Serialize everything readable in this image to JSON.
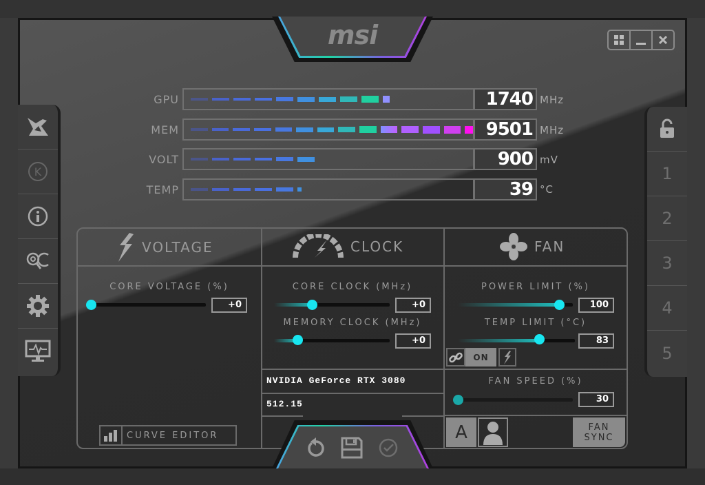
{
  "app": {
    "logo": "msi",
    "brand_gradient": [
      "#4aa3e0",
      "#20d3a5",
      "#7a60e0",
      "#b040e0"
    ]
  },
  "window_controls": [
    {
      "name": "windows-icon",
      "glyph": "⊞"
    },
    {
      "name": "minimize",
      "glyph": "_"
    },
    {
      "name": "close",
      "glyph": "✕"
    }
  ],
  "left_sidebar": [
    {
      "name": "afterburner-logo-icon"
    },
    {
      "name": "k-icon",
      "label": "K"
    },
    {
      "name": "info-icon",
      "label": "i"
    },
    {
      "name": "oc-scanner-icon",
      "label": "OC"
    },
    {
      "name": "settings-gear-icon"
    },
    {
      "name": "monitoring-icon"
    }
  ],
  "right_sidebar": {
    "lock": "unlocked",
    "profiles": [
      "1",
      "2",
      "3",
      "4",
      "5"
    ]
  },
  "monitor": [
    {
      "label": "GPU",
      "value": "1740",
      "unit": "MHz",
      "segments": 10
    },
    {
      "label": "MEM",
      "value": "9501",
      "unit": "MHz",
      "segments": 14
    },
    {
      "label": "VOLT",
      "value": "900",
      "unit": "mV",
      "segments": 6
    },
    {
      "label": "TEMP",
      "value": "39",
      "unit": "°C",
      "segments": 6
    }
  ],
  "voltage": {
    "title": "VOLTAGE",
    "core_voltage_label": "CORE VOLTAGE  (%)",
    "core_voltage_value": "+0",
    "curve_editor_label": "CURVE EDITOR"
  },
  "clock": {
    "title": "CLOCK",
    "core_clock_label": "CORE CLOCK (MHz)",
    "core_clock_value": "+0",
    "memory_clock_label": "MEMORY CLOCK (MHz)",
    "memory_clock_value": "+0",
    "gpu_name": "NVIDIA GeForce RTX 3080",
    "driver_version": "512.15"
  },
  "fan": {
    "title": "FAN",
    "power_limit_label": "POWER LIMIT (%)",
    "power_limit_value": "100",
    "temp_limit_label": "TEMP LIMIT (°C)",
    "temp_limit_value": "83",
    "link_toggle_label": "ON",
    "fan_speed_label": "FAN SPEED (%)",
    "fan_speed_value": "30",
    "auto_label": "A",
    "fan_sync_line1": "FAN",
    "fan_sync_line2": "SYNC"
  },
  "bottom_actions": [
    {
      "name": "reset-icon"
    },
    {
      "name": "save-icon"
    },
    {
      "name": "apply-icon"
    }
  ]
}
